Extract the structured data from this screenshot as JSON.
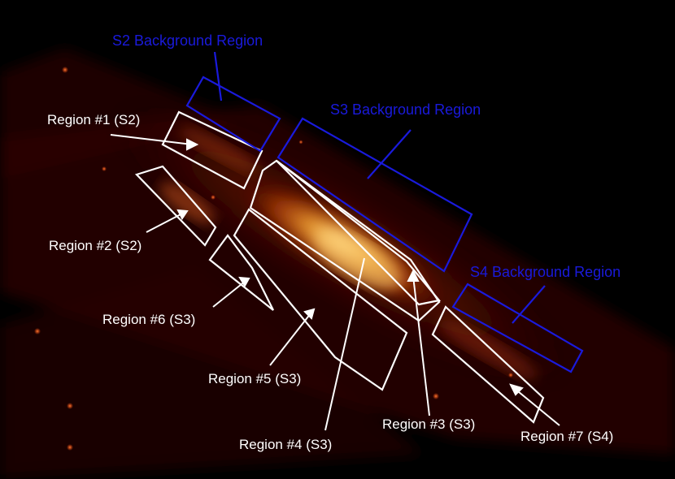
{
  "labels": {
    "s2_bg": "S2 Background Region",
    "s3_bg": "S3 Background Region",
    "s4_bg": "S4 Background Region",
    "r1": "Region #1 (S2)",
    "r2": "Region #2 (S2)",
    "r3": "Region #3 (S3)",
    "r4": "Region #4 (S3)",
    "r5": "Region #5 (S3)",
    "r6": "Region #6 (S3)",
    "r7": "Region #7 (S4)"
  },
  "colors": {
    "background": "#000000",
    "region_outline": "#ffffff",
    "background_region_outline": "#1a1adc",
    "emission_core": "#ffd070",
    "emission_mid": "#e05a10",
    "detector_glow": "#3a0800"
  }
}
